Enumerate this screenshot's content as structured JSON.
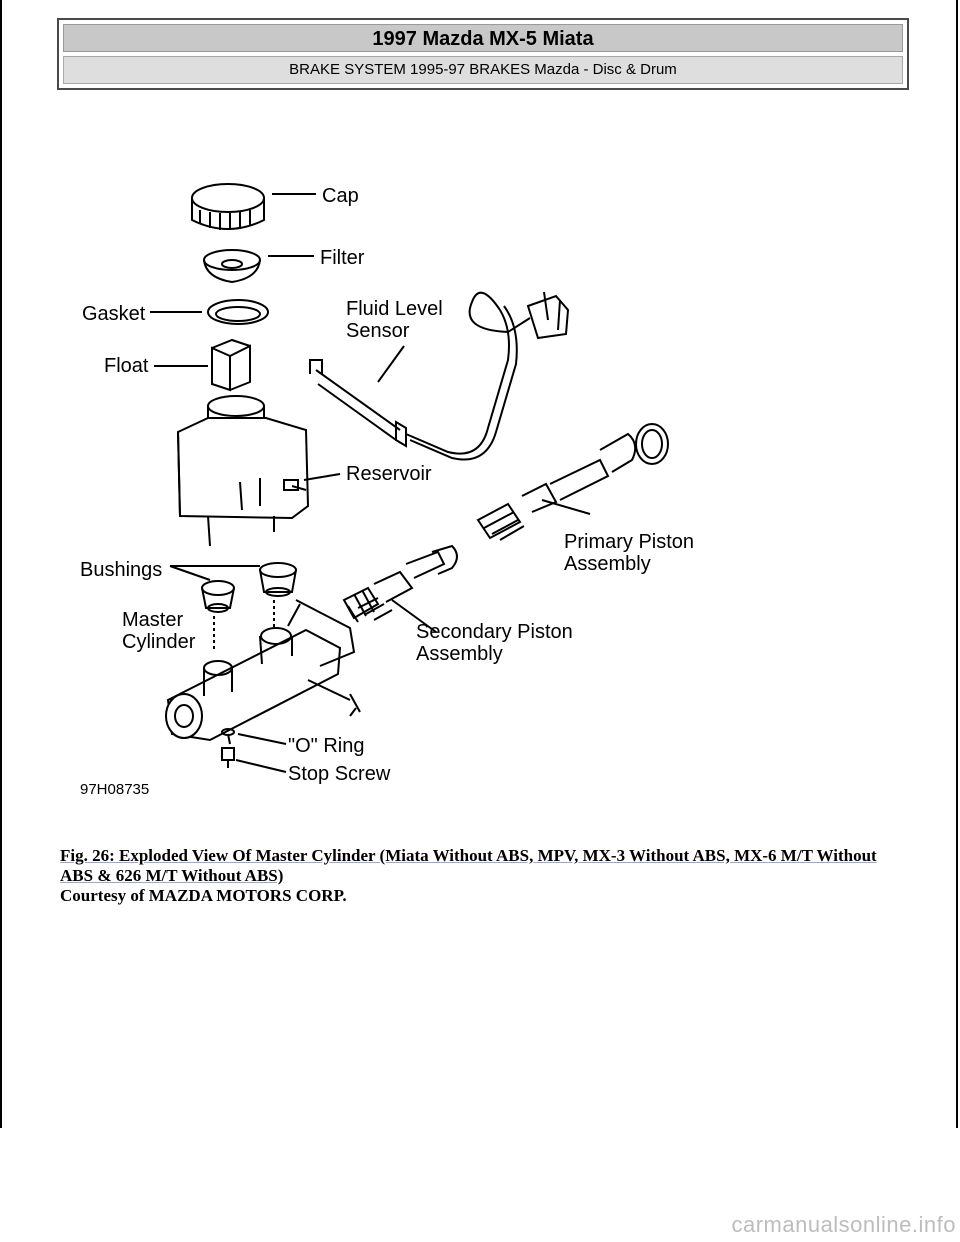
{
  "header": {
    "title": "1997 Mazda MX-5 Miata",
    "subtitle": "BRAKE SYSTEM 1995-97 BRAKES Mazda - Disc & Drum"
  },
  "figure": {
    "labels": {
      "cap": "Cap",
      "filter": "Filter",
      "gasket": "Gasket",
      "fluid_level_1": "Fluid Level",
      "fluid_level_2": "Sensor",
      "float": "Float",
      "reservoir": "Reservoir",
      "primary_1": "Primary Piston",
      "primary_2": "Assembly",
      "bushings": "Bushings",
      "master_1": "Master",
      "master_2": "Cylinder",
      "secondary_1": "Secondary Piston",
      "secondary_2": "Assembly",
      "o_ring": "\"O\" Ring",
      "stop_screw": "Stop Screw",
      "code": "97H08735"
    }
  },
  "caption": {
    "line": "Fig. 26: Exploded View Of Master Cylinder (Miata Without ABS, MPV, MX-3 Without ABS, MX-6 M/T Without ABS & 626 M/T Without ABS)",
    "courtesy": "Courtesy of MAZDA MOTORS CORP."
  },
  "watermark": "carmanualsonline.info"
}
